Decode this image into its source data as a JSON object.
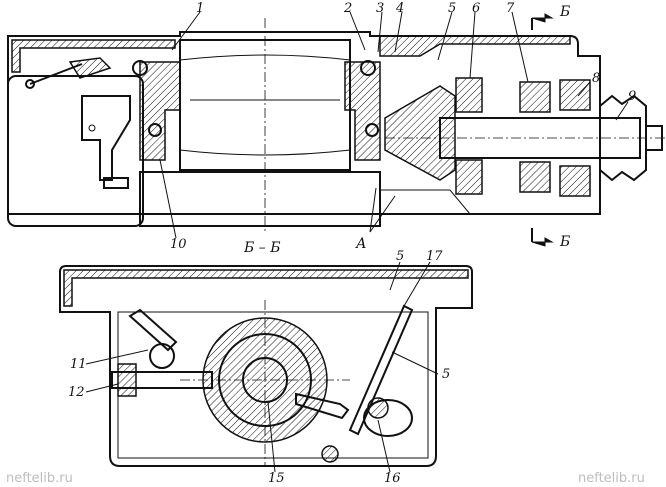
{
  "labels": {
    "l1": "1",
    "l2": "2",
    "l3": "3",
    "l4": "4",
    "l5": "5",
    "l6": "6",
    "l7": "7",
    "l8": "8",
    "l9": "9",
    "l10": "10",
    "l11": "11",
    "l12": "12",
    "l15": "15",
    "l16": "16",
    "l17": "17",
    "l5b": "5",
    "l5c": "5",
    "A": "А",
    "B_top": "Б",
    "B_bottom": "Б"
  },
  "section_caption": "Б – Б",
  "watermarks": {
    "left": "neftelib.ru",
    "right": "neftelib.ru"
  }
}
